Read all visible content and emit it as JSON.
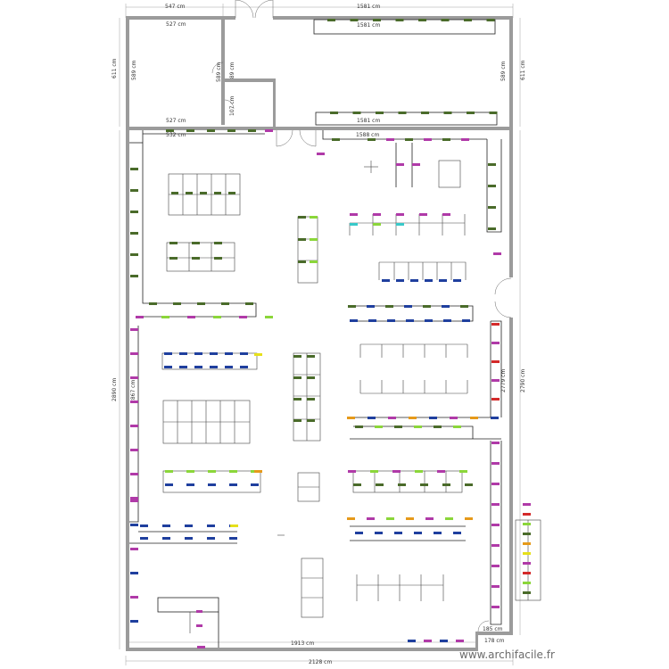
{
  "dimensions": {
    "top_left": "547 cm",
    "top_right": "1581 cm",
    "room_a_top": "527 cm",
    "room_a_bottom": "527 cm",
    "room_b_top": "1581 cm",
    "room_b_bottom": "1581 cm",
    "left_outer_upper": "611 cm",
    "room_a_left": "589 cm",
    "room_a_right": "589 cm",
    "room_b_left": "589 cm",
    "room_b_right": "589 cm",
    "right_outer_upper": "611 cm",
    "partition_small": "107 cm",
    "main_top_left": "532 cm",
    "main_top_right": "1588 cm",
    "main_left_outer": "2890 cm",
    "main_left_inner": "2867 cm",
    "main_right_inner": "2779 cm",
    "main_right_outer": "2790 cm",
    "bottom_inner": "1913 cm",
    "corner_a": "185 cm",
    "corner_b": "178 cm",
    "bottom_outer": "2128 cm"
  },
  "colors": {
    "wall": "#9b9b9b",
    "olive": "#4a6b2a",
    "magenta": "#b03aa8",
    "blue": "#1f3f9e",
    "lime": "#8bd63a",
    "cyan": "#38c9c9",
    "red": "#d42a2a",
    "orange": "#e69a1a",
    "yellow": "#e6e01a"
  },
  "watermark": "www.archifacile.fr"
}
